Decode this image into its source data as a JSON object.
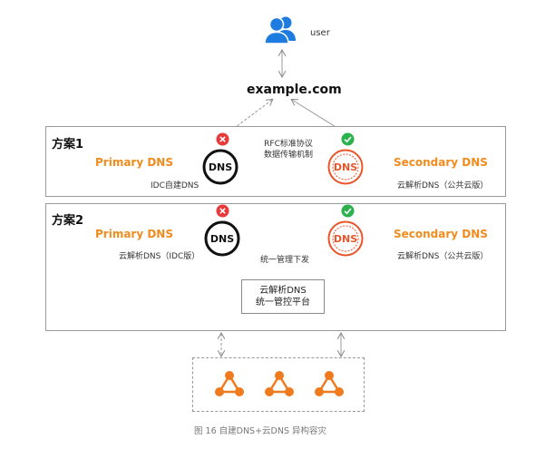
{
  "user": {
    "label": "user"
  },
  "domain": {
    "label": "example.com"
  },
  "scheme1": {
    "title": "方案1",
    "primary": {
      "label": "Primary DNS",
      "sublabel": "IDC自建DNS",
      "status": "error"
    },
    "secondary": {
      "label": "Secondary DNS",
      "sublabel": "云解析DNS（公共云版）",
      "status": "ok"
    },
    "transfer_line1": "RFC标准协议",
    "transfer_line2": "数据传输机制"
  },
  "scheme2": {
    "title": "方案2",
    "primary": {
      "label": "Primary DNS",
      "sublabel": "云解析DNS（IDC版）",
      "status": "error"
    },
    "secondary": {
      "label": "Secondary DNS",
      "sublabel": "云解析DNS（公共云版）",
      "status": "ok"
    },
    "sync_label": "统一管理下发",
    "platform_line1": "云解析DNS",
    "platform_line2": "统一管控平台"
  },
  "dns_icon_text": "DNS",
  "caption": "图 16    自建DNS+云DNS 异构容灾",
  "colors": {
    "accent": "#f08c1e",
    "dns_orange": "#e8552a",
    "ok_green": "#2bb24c",
    "error_red": "#e83a3a",
    "user_blue": "#1e7be0"
  }
}
